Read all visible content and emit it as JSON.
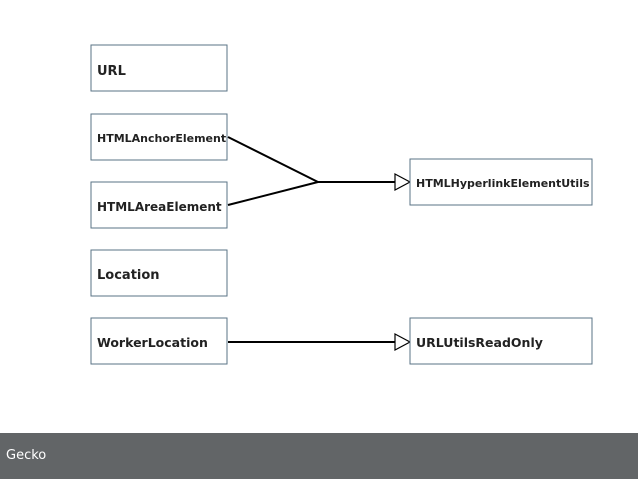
{
  "diagram": {
    "boxes": [
      {
        "id": "url",
        "label": "URL"
      },
      {
        "id": "anchor",
        "label": "HTMLAnchorElement"
      },
      {
        "id": "area",
        "label": "HTMLAreaElement"
      },
      {
        "id": "location",
        "label": "Location"
      },
      {
        "id": "worker",
        "label": "WorkerLocation"
      },
      {
        "id": "hyperlink",
        "label": "HTMLHyperlinkElementUtils"
      },
      {
        "id": "urlutils",
        "label": "URLUtilsReadOnly"
      }
    ],
    "connections": [
      {
        "from": "anchor",
        "to": "hyperlink"
      },
      {
        "from": "area",
        "to": "hyperlink"
      },
      {
        "from": "worker",
        "to": "urlutils"
      }
    ]
  },
  "footer": {
    "label": "Gecko"
  },
  "colors": {
    "box_border": "#5a7386",
    "line": "#000000",
    "text": "#222222",
    "footer_bg": "#626567",
    "footer_text": "#ffffff"
  }
}
